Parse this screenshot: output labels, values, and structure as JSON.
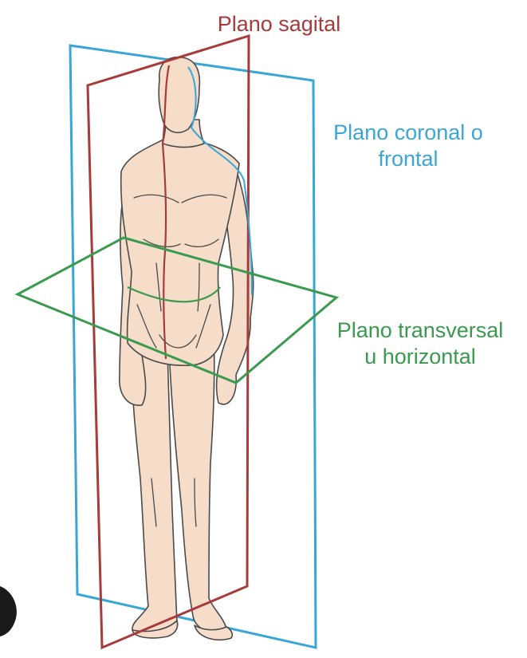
{
  "labels": {
    "sagittal": "Plano sagital",
    "coronal_line1": "Plano coronal o",
    "coronal_line2": "frontal",
    "transverse_line1": "Plano transversal",
    "transverse_line2": "u horizontal"
  },
  "colors": {
    "sagittal": "#a83a3a",
    "coronal": "#3aa6d6",
    "transverse": "#3a9a4e",
    "skin": "#f6ddca",
    "outline": "#4a4a4a"
  }
}
